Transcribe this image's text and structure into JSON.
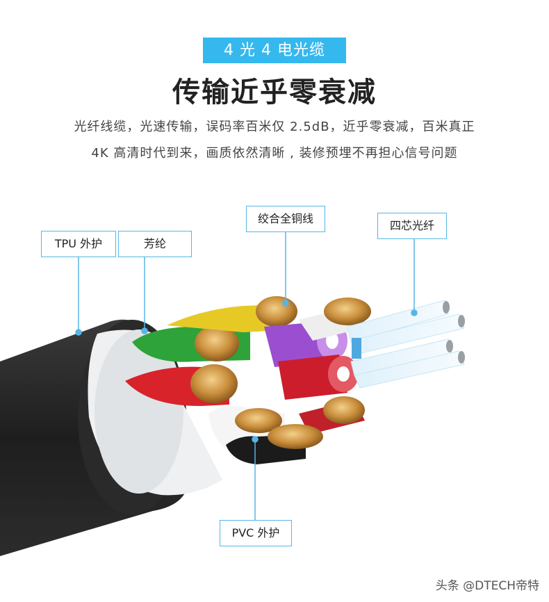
{
  "header": {
    "badge": "4 光 4 电光缆",
    "title": "传输近乎零衰减",
    "line1": "光纤线缆，光速传输，误码率百米仅 2.5dB，近乎零衰减，百米真正",
    "line2": "4K 高清时代到来，画质依然清晰 , 装修预埋不再担心信号问题"
  },
  "labels": {
    "tpu": "TPU 外护",
    "aramid": "芳纶",
    "copper": "绞合全铜线",
    "fiber": "四芯光纤",
    "pvc": "PVC 外护"
  },
  "watermark": "头条 @DTECH帝特",
  "colors": {
    "accent": "#35b8ee",
    "line": "#55b6e6",
    "jacket": "#2b2b2b"
  }
}
